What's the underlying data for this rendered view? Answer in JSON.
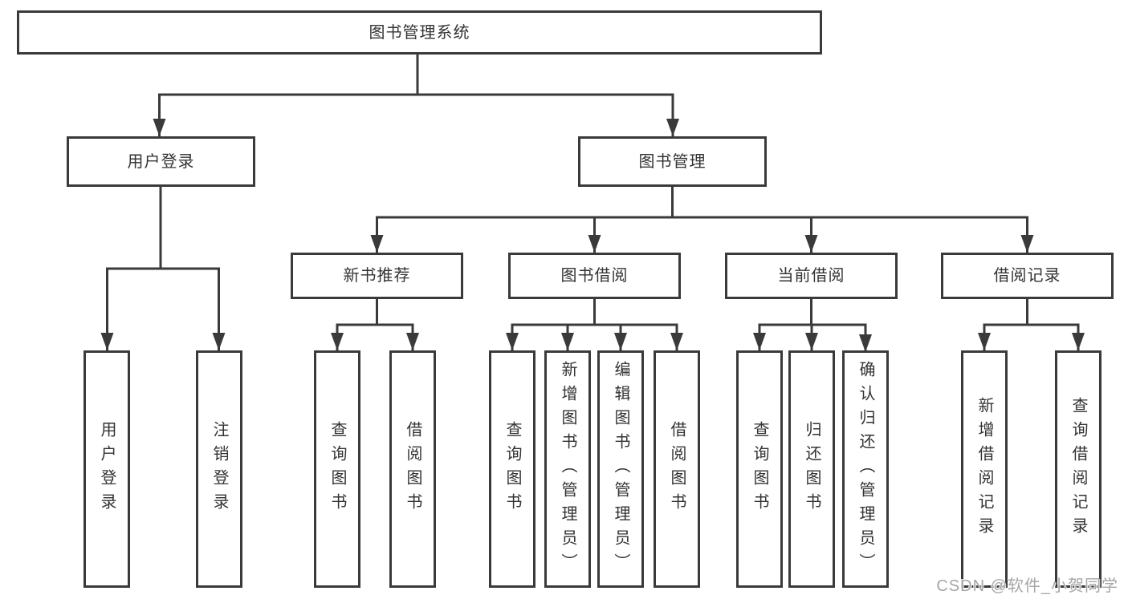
{
  "tree": {
    "root": {
      "label": "图书管理系统"
    },
    "branches": [
      {
        "label": "用户登录",
        "children": [
          {
            "label": "用户登录"
          },
          {
            "label": "注销登录"
          }
        ]
      },
      {
        "label": "图书管理",
        "children": [
          {
            "label": "新书推荐",
            "children": [
              {
                "label": "查询图书"
              },
              {
                "label": "借阅图书"
              }
            ]
          },
          {
            "label": "图书借阅",
            "children": [
              {
                "label": "查询图书"
              },
              {
                "label": "新增图书（管理员）"
              },
              {
                "label": "编辑图书（管理员）"
              },
              {
                "label": "借阅图书"
              }
            ]
          },
          {
            "label": "当前借阅",
            "children": [
              {
                "label": "查询图书"
              },
              {
                "label": "归还图书"
              },
              {
                "label": "确认归还（管理员）"
              }
            ]
          },
          {
            "label": "借阅记录",
            "children": [
              {
                "label": "新增借阅记录"
              },
              {
                "label": "查询借阅记录"
              }
            ]
          }
        ]
      }
    ]
  },
  "watermark": {
    "label": "CSDN @软件_小贺同学"
  },
  "colors": {
    "line": "#3a3a3a",
    "text": "#333333",
    "background": "#ffffff",
    "watermark": "#a6a6a6"
  }
}
